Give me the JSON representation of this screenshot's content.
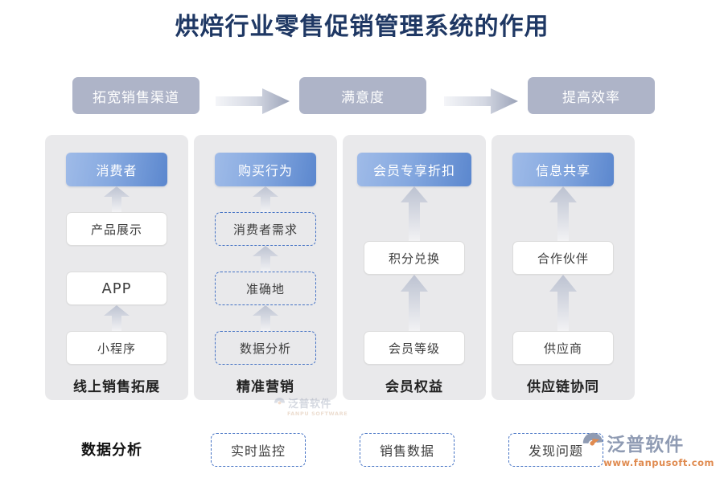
{
  "title": "烘焙行业零售促销管理系统的作用",
  "theme": {
    "title_color": "#1f3864",
    "top_box_bg": "#aeb4c8",
    "panel_bg": "#e9e9eb",
    "header_blue_from": "#9fbbe8",
    "header_blue_to": "#5b87ce",
    "dashed_border": "#4472c4",
    "logo_gray": "#8f9bb3",
    "logo_orange": "#e08b50"
  },
  "top_flow": {
    "steps": [
      {
        "label": "拓宽销售渠道"
      },
      {
        "label": "满意度"
      },
      {
        "label": "提高效率"
      }
    ],
    "arrow_name": "right-arrow-icon"
  },
  "columns": [
    {
      "header": "消费者",
      "style": "solid",
      "footer": "线上销售拓展",
      "items": [
        {
          "label": "产品展示",
          "latin": false
        },
        {
          "label": "APP",
          "latin": true
        },
        {
          "label": "小程序",
          "latin": false
        }
      ]
    },
    {
      "header": "购买行为",
      "style": "dashed",
      "footer": "精准营销",
      "items": [
        {
          "label": "消费者需求",
          "latin": false
        },
        {
          "label": "准确地",
          "latin": false
        },
        {
          "label": "数据分析",
          "latin": false
        }
      ]
    },
    {
      "header": "会员专享折扣",
      "style": "solid",
      "footer": "会员权益",
      "items": [
        {
          "label": "积分兑换",
          "latin": false
        },
        {
          "label": "会员等级",
          "latin": false
        }
      ]
    },
    {
      "header": "信息共享",
      "style": "solid",
      "footer": "供应链协同",
      "items": [
        {
          "label": "合作伙伴",
          "latin": false
        },
        {
          "label": "供应商",
          "latin": false
        }
      ]
    }
  ],
  "bottom_row": {
    "label": "数据分析",
    "boxes": [
      {
        "label": "实时监控"
      },
      {
        "label": "销售数据"
      },
      {
        "label": "发现问题"
      }
    ]
  },
  "logo": {
    "name": "泛普软件",
    "url": "www.fanpusoft.com",
    "icon_name": "fanpu-swoosh-logo-icon"
  },
  "watermark": {
    "name": "泛普软件",
    "sub": "FANPU SOFTWARE"
  }
}
